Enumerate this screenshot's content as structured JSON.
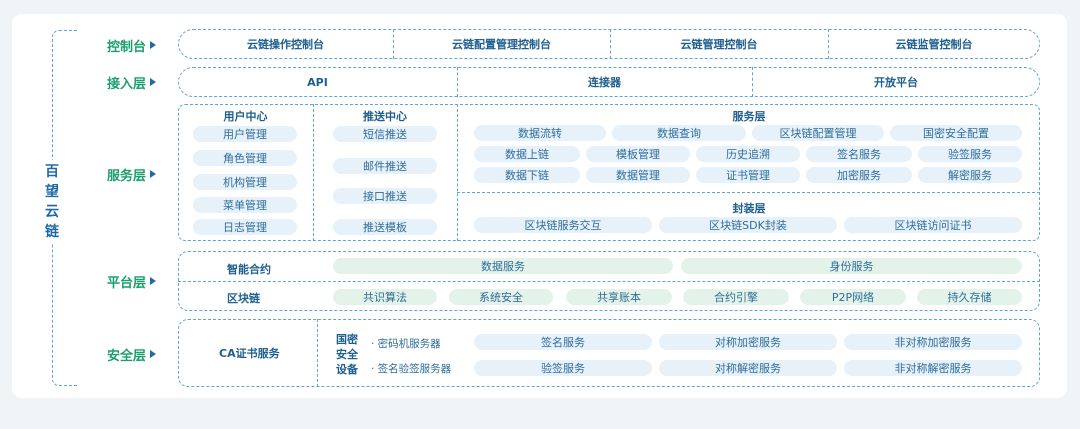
{
  "brand": {
    "chars": [
      "百",
      "望",
      "云",
      "链"
    ]
  },
  "layers": {
    "console": "控制台",
    "access": "接入层",
    "service": "服务层",
    "platform": "平台层",
    "security": "安全层"
  },
  "console_items": [
    "云链操作控制台",
    "云链配置管理控制台",
    "云链管理控制台",
    "云链监管控制台"
  ],
  "access_items": [
    "API",
    "连接器",
    "开放平台"
  ],
  "service": {
    "user_center": {
      "title": "用户中心",
      "items": [
        "用户管理",
        "角色管理",
        "机构管理",
        "菜单管理",
        "日志管理"
      ]
    },
    "push_center": {
      "title": "推送中心",
      "items": [
        "短信推送",
        "邮件推送",
        "接口推送",
        "推送模板"
      ]
    },
    "service_layer": {
      "title": "服务层",
      "row1": [
        "数据流转",
        "数据查询",
        "区块链配置管理",
        "国密安全配置"
      ],
      "row2": [
        "数据上链",
        "模板管理",
        "历史追溯",
        "签名服务",
        "验签服务"
      ],
      "row3": [
        "数据下链",
        "数据管理",
        "证书管理",
        "加密服务",
        "解密服务"
      ]
    },
    "encap_layer": {
      "title": "封装层",
      "items": [
        "区块链服务交互",
        "区块链SDK封装",
        "区块链访问证书"
      ]
    }
  },
  "platform": {
    "smart_contract": {
      "label": "智能合约",
      "items": [
        "数据服务",
        "身份服务"
      ]
    },
    "blockchain": {
      "label": "区块链",
      "items": [
        "共识算法",
        "系统安全",
        "共享账本",
        "合约引擎",
        "P2P网络",
        "持久存储"
      ]
    }
  },
  "security": {
    "ca": "CA证书服务",
    "device_label": [
      "国密",
      "安全",
      "设备"
    ],
    "servers": [
      "· 密码机服务器",
      "· 签名验签服务器"
    ],
    "row1": [
      "签名服务",
      "对称加密服务",
      "非对称加密服务"
    ],
    "row2": [
      "验签服务",
      "对称解密服务",
      "非对称解密服务"
    ]
  }
}
